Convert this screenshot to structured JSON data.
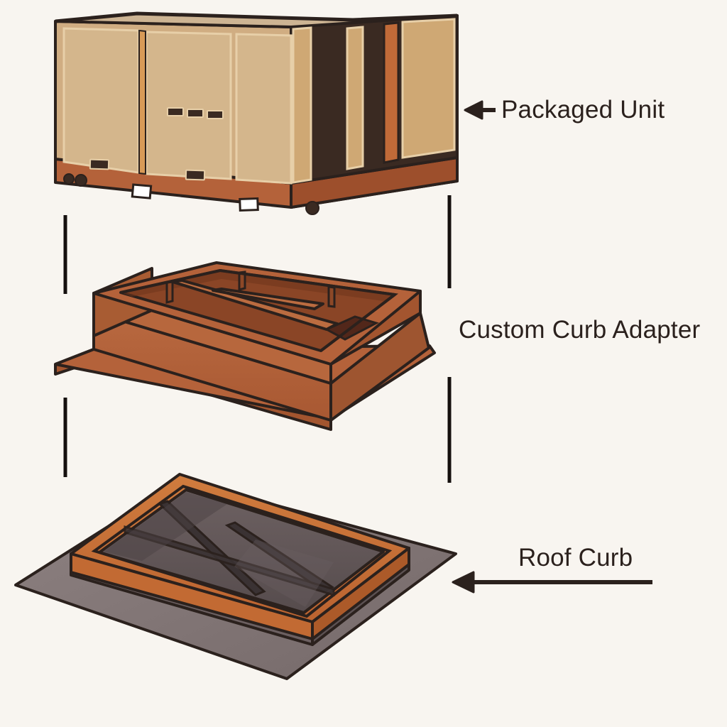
{
  "diagram": {
    "type": "exploded-assembly",
    "background_color": "#f8f5f0",
    "outline_color": "#2b211d",
    "title_visible": false,
    "components": [
      {
        "id": "packaged-unit",
        "label": "Packaged Unit",
        "order": 1,
        "position": "top",
        "colors": {
          "panel_light": "#d9bf99",
          "panel_mid": "#cfae84",
          "panel_dark": "#3a2a22",
          "accent_rail": "#d89a57",
          "base_skid": "#b4623a"
        },
        "features": [
          "access-panels",
          "louver-slots",
          "condenser-section",
          "base-rail",
          "lifting-holes"
        ]
      },
      {
        "id": "custom-curb-adapter",
        "label": "Custom Curb Adapter",
        "order": 2,
        "position": "middle",
        "colors": {
          "body": "#b4623a",
          "body_light": "#c06f42",
          "body_shadow": "#8d4827",
          "interior": "#8a4526"
        },
        "features": [
          "sloped-transition",
          "cross-bracing",
          "mounting-flange",
          "open-duct-bays"
        ]
      },
      {
        "id": "roof-curb",
        "label": "Roof Curb",
        "order": 3,
        "position": "bottom",
        "colors": {
          "rail": "#c26a33",
          "rail_light": "#d07b3e",
          "deck": "#7c7070",
          "deck_light": "#8d8181",
          "interior": "#5a4f50"
        },
        "features": [
          "roof-deck",
          "curb-frame",
          "deck-grid",
          "opening"
        ]
      }
    ],
    "labels": {
      "packaged_unit": "Packaged Unit",
      "custom_curb_adapter": "Custom Curb Adapter",
      "roof_curb": "Roof Curb"
    },
    "connectors": {
      "description": "vertical alignment lines between stacked components",
      "count": 4,
      "color": "#15100e"
    },
    "arrows": {
      "packaged_unit": "left-arrow-short",
      "roof_curb": "left-arrow-long"
    }
  }
}
